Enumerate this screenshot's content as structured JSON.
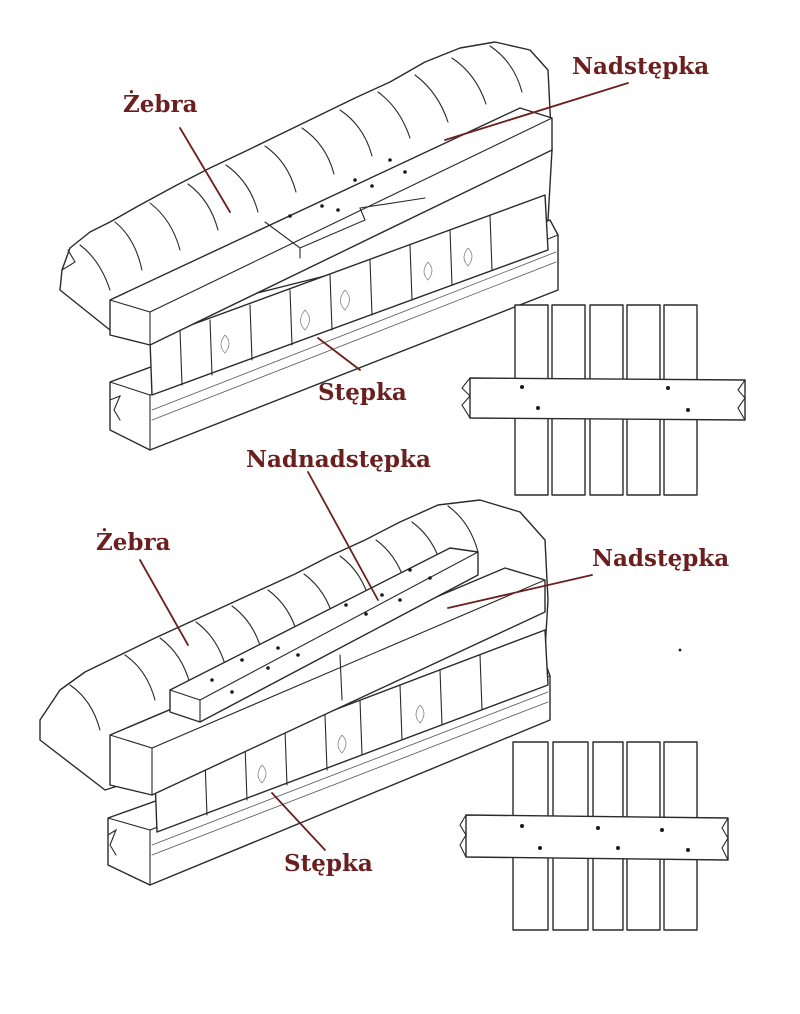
{
  "colors": {
    "label": "#6b1f1f",
    "ink": "#2a2a2a",
    "paper": "#ffffff"
  },
  "top": {
    "label_ribs": "Żebra",
    "label_keelson": "Nadstępka",
    "label_keel": "Stępka"
  },
  "bottom": {
    "label_sister_keelson": "Nadnadstępka",
    "label_ribs": "Żebra",
    "label_keelson": "Nadstępka",
    "label_keel": "Stępka"
  }
}
